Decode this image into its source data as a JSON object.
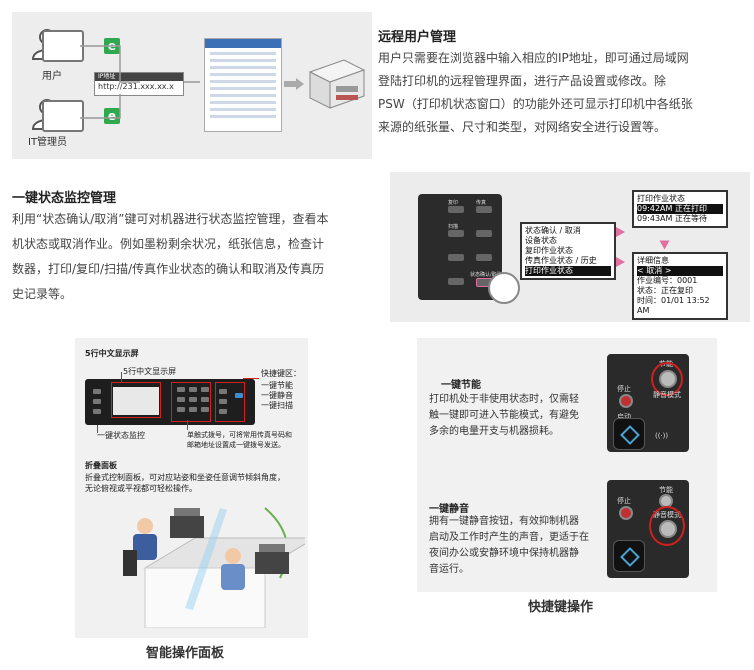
{
  "remote": {
    "user_label": "用户",
    "it_label": "IT管理员",
    "badge_letter": "e",
    "url_bar": "IP地址",
    "url": "http://231.xxx.xx.x",
    "title": "远程用户管理",
    "lines": [
      "用户只需要在浏览器中输入相应的IP地址，即可通过局域网",
      "登陆打印机的远程管理界面，进行产品设置或修改。除",
      "PSW（打印机状态窗口）的功能外还可显示打印机中各纸张",
      "来源的纸张量、尺寸和类型，对网络安全进行设置等。"
    ]
  },
  "status": {
    "title": "一键状态监控管理",
    "lines": [
      "利用“状态确认/取消”键可对机器进行状态监控管理，查看本",
      "机状态或取消作业。例如墨粉剩余状况，纸张信息，检查计",
      "数器，打印/复印/扫描/传真作业状态的确认和取消及传真历",
      "史记录等。"
    ],
    "keys": [
      "复印",
      "传真",
      "扫描",
      "状态确认/取消"
    ],
    "lcd_menu": {
      "title": "状态确认 / 取消",
      "items": [
        "设备状态",
        "复印作业状态",
        "传真作业状态 / 历史",
        "打印作业状态"
      ]
    },
    "lcd_jobs": {
      "title": "打印作业状态",
      "items": [
        "09:42AM 正在打印",
        "09:43AM 正在等待"
      ]
    },
    "lcd_detail": {
      "title": "详细信息",
      "items": [
        "< 取消 >",
        "作业编号：0001",
        "状态：正在复印",
        "时间：01/01 13:52 AM"
      ]
    }
  },
  "panel": {
    "title": "5行中文显示屏",
    "screen_label": "5行中文显示屏",
    "quick_title": "快捷键区：",
    "quick_items": [
      "一键节能",
      "一键静音",
      "一键扫描"
    ],
    "monitor_label": "一键状态监控",
    "dial_text_1": "单触式拨号，可将常用传真号码和",
    "dial_text_2": "邮箱地址设置成一键拨号发送。",
    "fold_title": "折叠面板",
    "fold_text_1": "折叠式控制面板，可对应站姿和坐姿任意调节倾斜角度，",
    "fold_text_2": "无论俯视或平视都可轻松操作。",
    "caption": "智能操作面板"
  },
  "quick": {
    "eco_title": "一键节能",
    "eco_lines": [
      "打印机处于非使用状态时，仅需轻",
      "触一键即可进入节能模式，有避免",
      "多余的电量开支与机器损耗。"
    ],
    "mute_title": "一键静音",
    "mute_lines": [
      "拥有一键静音按钮，有效抑制机器",
      "启动及工作时产生的声音，更适于在",
      "夜间办公或安静环境中保持机器静",
      "音运行。"
    ],
    "dev_stop": "停止",
    "dev_start": "启动",
    "dev_eco": "节能",
    "dev_mute": "静音模式",
    "caption": "快捷键操作"
  }
}
